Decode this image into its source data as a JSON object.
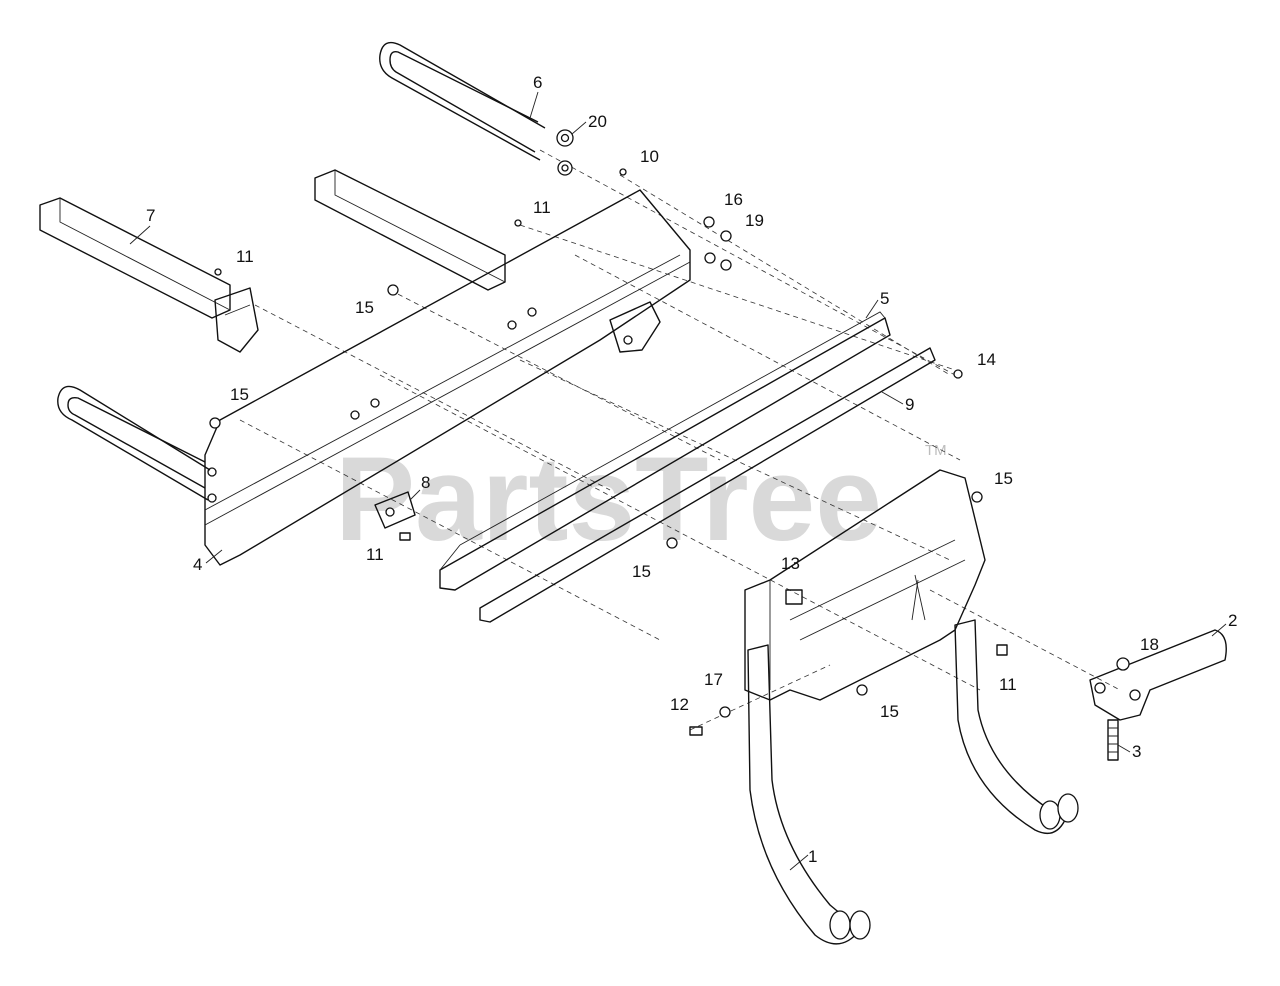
{
  "watermark": {
    "text": "PartsTree",
    "tm": "TM"
  },
  "callouts": {
    "c1": "1",
    "c2": "2",
    "c3": "3",
    "c4": "4",
    "c5": "5",
    "c6": "6",
    "c7": "7",
    "c8": "8",
    "c9": "9",
    "c10": "10",
    "c11a": "11",
    "c11b": "11",
    "c11c": "11",
    "c11d": "11",
    "c12": "12",
    "c13": "13",
    "c14": "14",
    "c15a": "15",
    "c15b": "15",
    "c15c": "15",
    "c15d": "15",
    "c15e": "15",
    "c16": "16",
    "c17": "17",
    "c18": "18",
    "c19": "19",
    "c20": "20"
  }
}
